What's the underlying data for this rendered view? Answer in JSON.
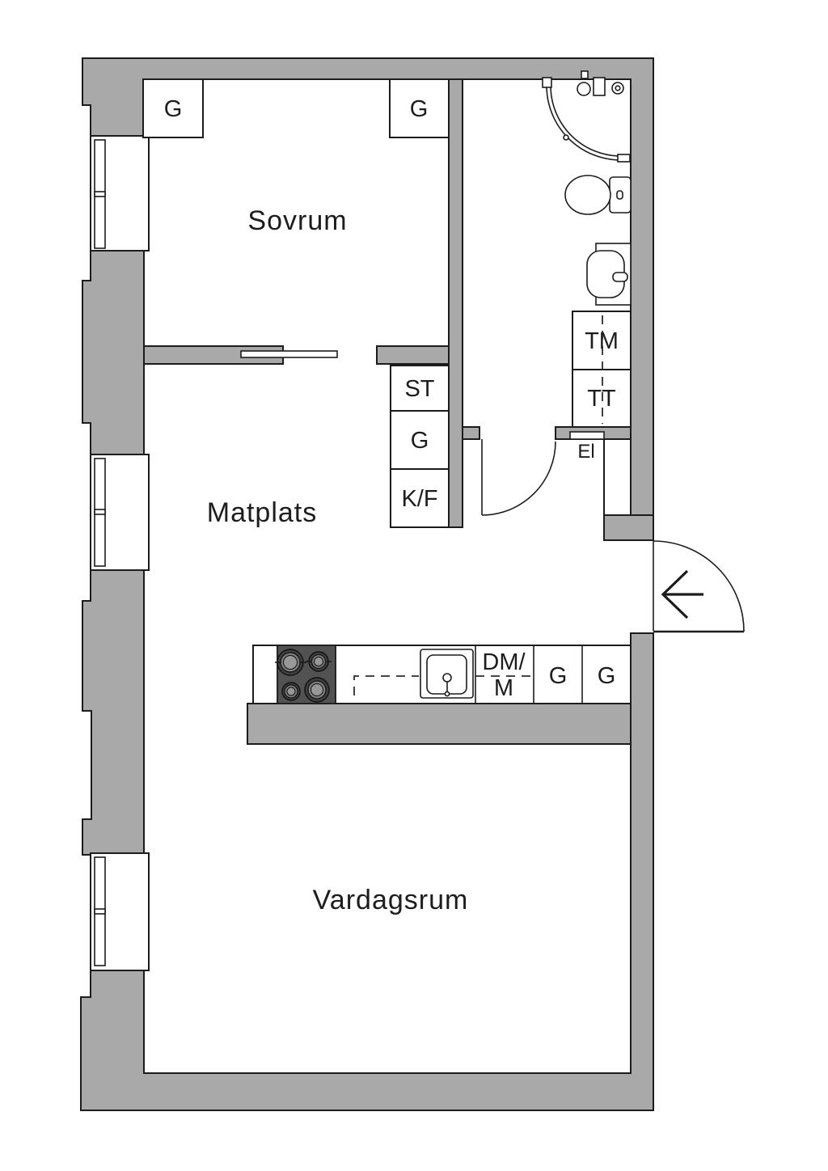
{
  "floorplan": {
    "type": "apartment-floor-plan",
    "labels": {
      "room_sovrum": "Sovrum",
      "room_matplats": "Matplats",
      "room_vardagsrum": "Vardagsrum",
      "wardrobe_bedroom_left": "G",
      "wardrobe_bedroom_right": "G",
      "cleaning_cabinet": "ST",
      "hall_wardrobe": "G",
      "fridge_freezer": "K/F",
      "washing_machine": "TM",
      "tumble_dryer": "TT",
      "electrical_cabinet": "El",
      "dishwasher_micro_line1": "DM/",
      "dishwasher_micro_line2": "M",
      "kitchen_cabinet_left": "G",
      "kitchen_cabinet_right": "G"
    },
    "fixtures": [
      "corner-shower",
      "toilet",
      "washbasin",
      "cooktop-4-burners",
      "kitchen-sink",
      "windows-x3",
      "bathroom-door",
      "entry-door",
      "entry-direction-arrow",
      "sliding-door"
    ],
    "colors": {
      "background": "#ffffff",
      "wall_fill": "#a9a9a9",
      "line": "#1c1c1c",
      "stove_body": "#525252",
      "burner_outer": "#3f3f3f",
      "burner_ring": "#7d7d7d",
      "burner_disc": "#989898"
    }
  }
}
